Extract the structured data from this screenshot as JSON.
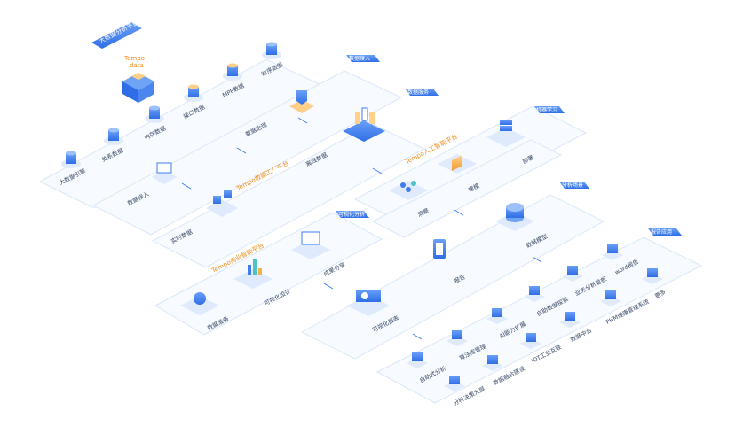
{
  "colors": {
    "blue": "#3f7ef0",
    "light": "#e9f1fd",
    "panel": "#f2f7fe",
    "orange": "#f08c1a",
    "text": "#3a4a66"
  },
  "platform": {
    "title": "大数据分析平台",
    "logo_line1": "Tempo",
    "logo_line2": "data"
  },
  "sources": {
    "items": [
      "大数据引擎",
      "关系数据",
      "内存数据",
      "接口数据",
      "MPP数据",
      "时序数据"
    ],
    "icon": "database-cylinder-icon"
  },
  "data_access": {
    "tag": "数据接入",
    "title": "Tempo数据工厂平台",
    "items": [
      "数据接入",
      "数据治理",
      "实时数据",
      "离线数据"
    ]
  },
  "data_service": {
    "tag": "数据服务",
    "ai_title": "Tempo人工智能平台",
    "ai_items": [
      "洞察",
      "建模",
      "部署"
    ]
  },
  "bi": {
    "tag": "可视化分析",
    "title": "Tempo商业智能平台",
    "items": [
      "数据准备",
      "可视化设计",
      "成果分享"
    ]
  },
  "ops": {
    "tag": "机器学习"
  },
  "analysis": {
    "tag": "分析场景",
    "items": [
      "报告",
      "数据模型"
    ]
  },
  "apps": {
    "tag": "报告应用",
    "main": "可视化报表",
    "items": [
      "自助式分析",
      "算法库管理",
      "AI能力扩展",
      "自助数据探索",
      "业务分析看板",
      "word报告",
      "分析决策大屏",
      "数据融合建设",
      "IOT工业互联",
      "数据中台",
      "PHM健康管理系统",
      "更多"
    ]
  }
}
